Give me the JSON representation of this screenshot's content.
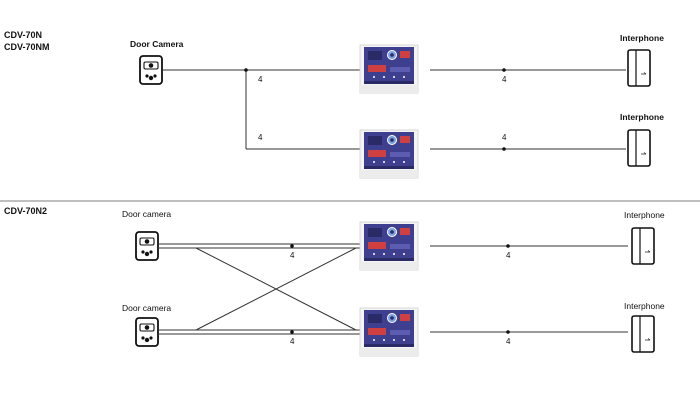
{
  "sections": [
    {
      "id": "top",
      "model_lines": [
        "CDV-70N",
        "CDV-70NM"
      ],
      "door_camera_label": "Door Camera",
      "interphone_labels": [
        "Interphone",
        "Interphone"
      ],
      "wire_counts": [
        "4",
        "4",
        "4",
        "4"
      ]
    },
    {
      "id": "bottom",
      "model_lines": [
        "CDV-70N2"
      ],
      "door_camera_labels": [
        "Door camera",
        "Door camera"
      ],
      "interphone_labels": [
        "Interphone",
        "Interphone"
      ],
      "wire_counts": [
        "4",
        "4",
        "4",
        "4"
      ]
    }
  ],
  "colors": {
    "line": "#333333",
    "monitor_screen": "#3f3f8f",
    "monitor_accent": "#d04040",
    "monitor_body": "#f2f2f2"
  },
  "icons": [
    "door-camera-icon",
    "video-monitor-icon",
    "interphone-icon"
  ]
}
